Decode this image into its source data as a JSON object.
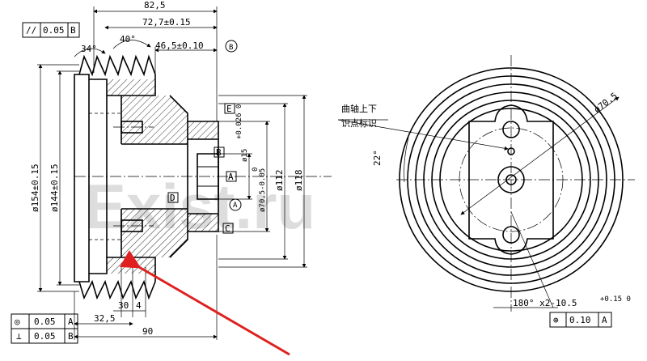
{
  "dims": {
    "overall_length": "82,5",
    "length_72": "72,7±0.15",
    "angle_34": "34°",
    "angle_40": "40°",
    "len_46": "46,5±0.10",
    "datum_circle_b": "B",
    "dia_154": "ø154±0.15",
    "dia_144": "ø144±0.15",
    "dia_15": "ø15",
    "dia_15_tol": "+0.026 0",
    "dia_70": "ø70,5-0.05",
    "dia_70_tol": "0",
    "dia_112": "ø112",
    "dia_118": "ø118",
    "len_30": "30",
    "len_4": "4",
    "len_32": "32,5",
    "len_90": "90",
    "label_E": "E",
    "label_B": "B",
    "label_A": "A",
    "label_D": "D",
    "label_C": "C",
    "circle_A": "A"
  },
  "tolerance_frames": {
    "parallel": {
      "symbol": "//",
      "value": "0.05",
      "datum": "B"
    },
    "concentric": {
      "symbol": "◎",
      "value": "0.05",
      "datum": "A"
    },
    "perpendicular": {
      "symbol": "⊥",
      "value": "0.05",
      "datum": "B"
    },
    "position": {
      "symbol": "⊕",
      "value": "0.10",
      "datum": "A"
    }
  },
  "right_view": {
    "note_line1": "曲轴上下",
    "note_line2": "识点标识",
    "dia_70": "ø70.5",
    "angle_22": "22°",
    "slot_text": "180° x2-10.5",
    "slot_tol": "+0.15 0"
  },
  "watermark": "Exist.ru"
}
